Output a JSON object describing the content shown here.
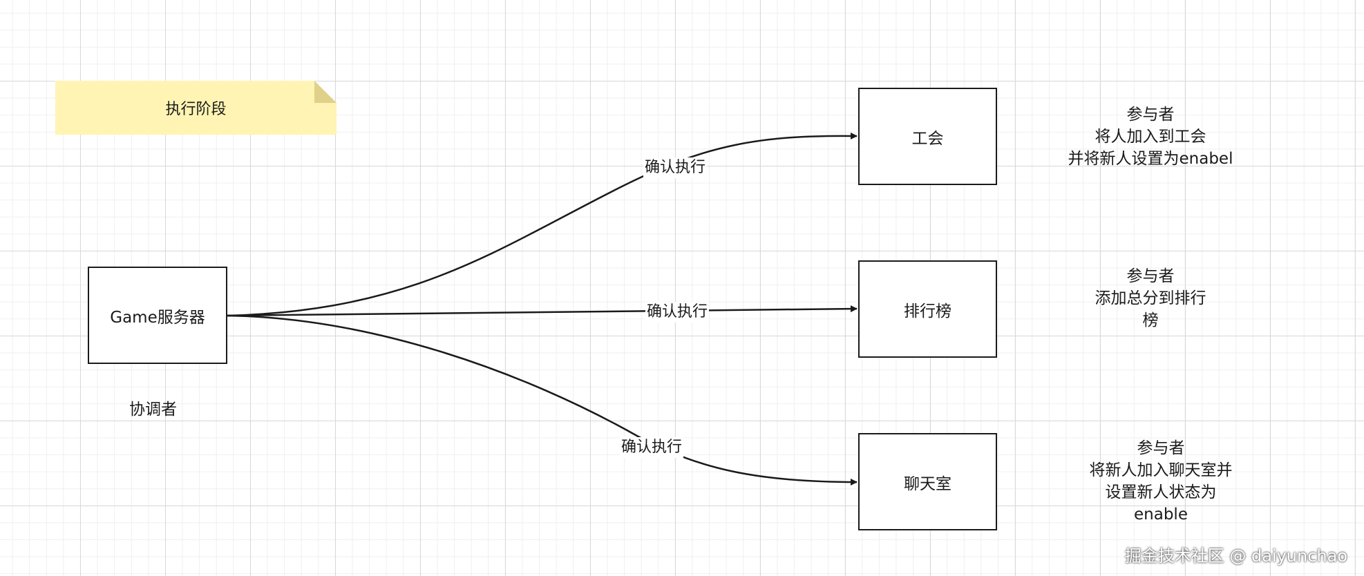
{
  "note": {
    "text": "执行阶段",
    "fill": "#fff4b3",
    "fold": "#e0d18a"
  },
  "nodes": {
    "game_server": "Game服务器",
    "guild": "工会",
    "leaderboard": "排行榜",
    "chatroom": "聊天室"
  },
  "labels": {
    "coordinator": "协调者",
    "guild_participant": [
      "参与者",
      "将人加入到工会",
      "并将新人设置为enabel"
    ],
    "leaderboard_participant": [
      "参与者",
      "添加总分到排行",
      "榜"
    ],
    "chatroom_participant": [
      "参与者",
      "将新人加入聊天室并",
      "设置新人状态为",
      "enable"
    ]
  },
  "edges": {
    "to_guild": "确认执行",
    "to_leaderboard": "确认执行",
    "to_chatroom": "确认执行"
  },
  "watermark": "掘金技术社区 @ daiyunchao"
}
